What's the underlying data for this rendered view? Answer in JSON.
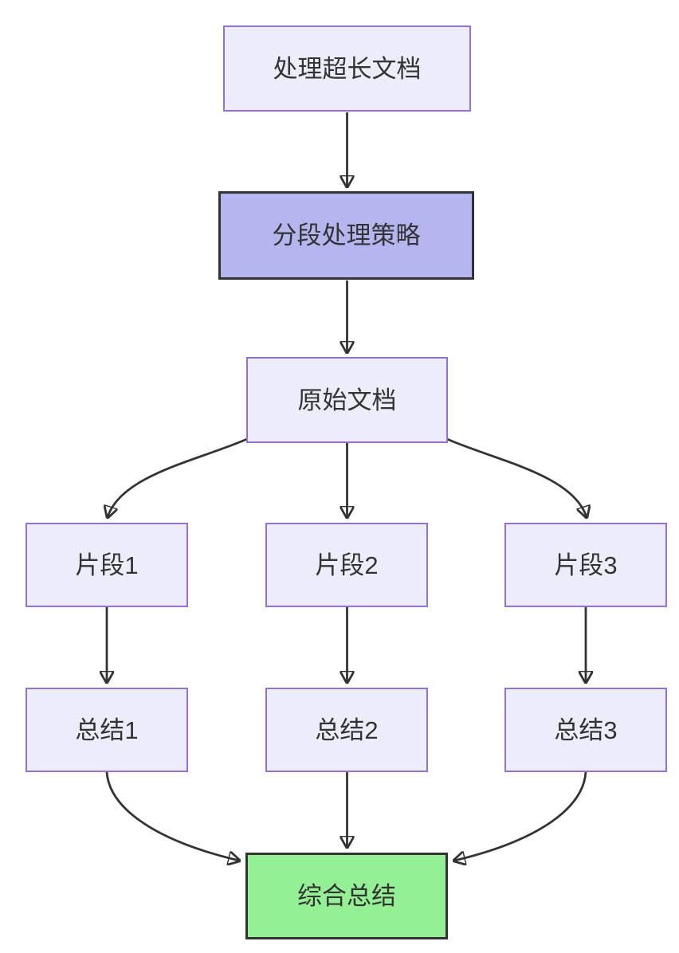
{
  "diagram": {
    "type": "flowchart-top-down",
    "background_color": "#ffffff",
    "edge_color": "#333333",
    "nodes": {
      "task": {
        "label": "处理超长文档",
        "fill": "#ECECFB",
        "border": "#9370DB"
      },
      "strategy": {
        "label": "分段处理策略",
        "fill": "#B5B5EF",
        "border": "#333333"
      },
      "doc": {
        "label": "原始文档",
        "fill": "#ECECFB",
        "border": "#9370DB"
      },
      "chunk1": {
        "label": "片段1",
        "fill": "#ECECFB",
        "border": "#9370DB"
      },
      "chunk2": {
        "label": "片段2",
        "fill": "#ECECFB",
        "border": "#9370DB"
      },
      "chunk3": {
        "label": "片段3",
        "fill": "#ECECFB",
        "border": "#9370DB"
      },
      "summary1": {
        "label": "总结1",
        "fill": "#ECECFB",
        "border": "#9370DB"
      },
      "summary2": {
        "label": "总结2",
        "fill": "#ECECFB",
        "border": "#9370DB"
      },
      "summary3": {
        "label": "总结3",
        "fill": "#ECECFB",
        "border": "#9370DB"
      },
      "final": {
        "label": "综合总结",
        "fill": "#94F094",
        "border": "#333333"
      }
    },
    "edges": [
      {
        "from": "task",
        "to": "strategy"
      },
      {
        "from": "strategy",
        "to": "doc"
      },
      {
        "from": "doc",
        "to": "chunk1"
      },
      {
        "from": "doc",
        "to": "chunk2"
      },
      {
        "from": "doc",
        "to": "chunk3"
      },
      {
        "from": "chunk1",
        "to": "summary1"
      },
      {
        "from": "chunk2",
        "to": "summary2"
      },
      {
        "from": "chunk3",
        "to": "summary3"
      },
      {
        "from": "summary1",
        "to": "final"
      },
      {
        "from": "summary2",
        "to": "final"
      },
      {
        "from": "summary3",
        "to": "final"
      }
    ]
  }
}
